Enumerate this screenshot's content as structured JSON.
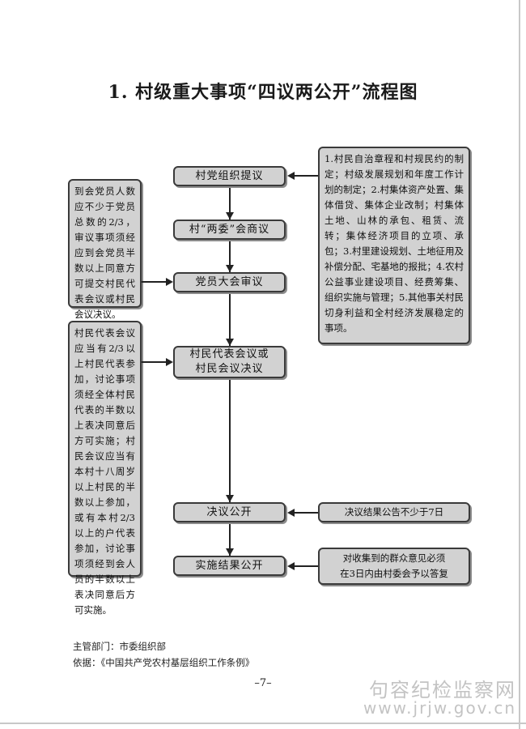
{
  "title": "1. 村级重大事项“四议两公开”流程图",
  "steps": [
    "村党组织提议",
    "村“两委”会商议",
    "党员大会审议",
    [
      "村民代表会议或",
      "村民会议决议"
    ],
    "决议公开",
    "实施结果公开"
  ],
  "notes": {
    "right_top": "1.村民自治章程和村规民约的制定；村级发展规划和年度工作计划的制定；2.村集体资产处置、集体借贷、集体企业改制；村集体土地、山林的承包、租赁、流转；集体经济项目的立项、承包；3.村里建设规划、土地征用及补偿分配、宅基地的报批；4.农村公益事业建设项目、经费筹集、组织实施与管理；5.其他事关村民切身利益和全村经济发展稳定的事项。",
    "left_top": "到会党员人数应不少于党员总数的2/3，审议事项须经应到会党员半数以上同意方可提交村民代表会议或村民会议决议。",
    "left_bottom": "村民代表会议应当有2/3以上村民代表参加，讨论事项须经全体村民代表的半数以上表决同意后方可实施；村民会议应当有本村十八周岁以上村民的半数以上参加，或有本村2/3以上的户代表参加，讨论事项须经到会人员的半数以上表决同意后方可实施。",
    "right_resolution": "决议结果公告不少于7日",
    "right_result": [
      "对收集到的群众意见必须",
      "在3日内由村委会予以答复"
    ]
  },
  "footer": {
    "dept": "主管部门：市委组织部",
    "basis": "依据：《中国共产党农村基层组织工作条例》"
  },
  "page_number": "–7–",
  "watermark": {
    "line1": "句容纪检监察网",
    "line2": "www.jrjw.gov.cn"
  }
}
